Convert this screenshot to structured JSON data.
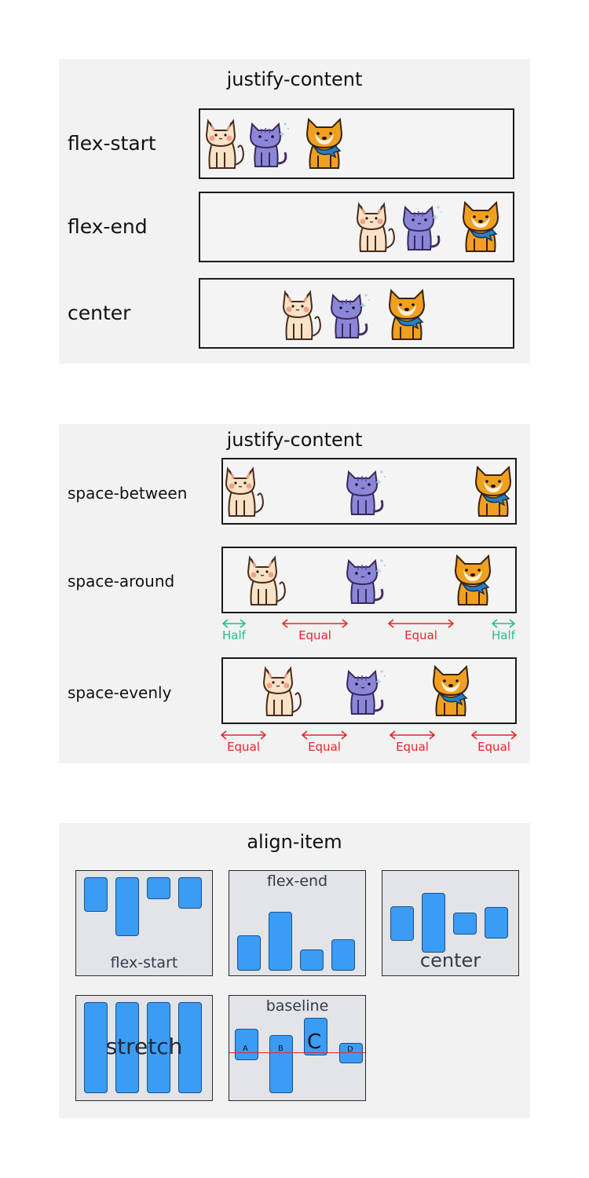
{
  "panel1": {
    "title": "justify-content",
    "rows": [
      {
        "label": "flex-start"
      },
      {
        "label": "flex-end"
      },
      {
        "label": "center"
      }
    ]
  },
  "panel2": {
    "title": "justify-content",
    "rows": [
      {
        "label": "space-between"
      },
      {
        "label": "space-around"
      },
      {
        "label": "space-evenly"
      }
    ],
    "around_labels": [
      "Half",
      "Equal",
      "Equal",
      "Half"
    ],
    "evenly_labels": [
      "Equal",
      "Equal",
      "Equal",
      "Equal"
    ]
  },
  "panel3": {
    "title": "align-item",
    "boxes": {
      "flex_start": "flex-start",
      "flex_end": "flex-end",
      "center": "center",
      "stretch": "stretch",
      "baseline": "baseline"
    },
    "baseline_letters": [
      "A",
      "B",
      "C",
      "D"
    ]
  },
  "colors": {
    "panel_bg": "#f2f2f2",
    "box_border": "#1a1a1a",
    "item_blue": "#3b9cf5",
    "half_arrow": "#1fbf8f",
    "equal_arrow": "#e8242a",
    "baseline_line": "#e8242a"
  },
  "icons": [
    "cream-cat-icon",
    "purple-cat-icon",
    "shiba-dog-icon"
  ]
}
